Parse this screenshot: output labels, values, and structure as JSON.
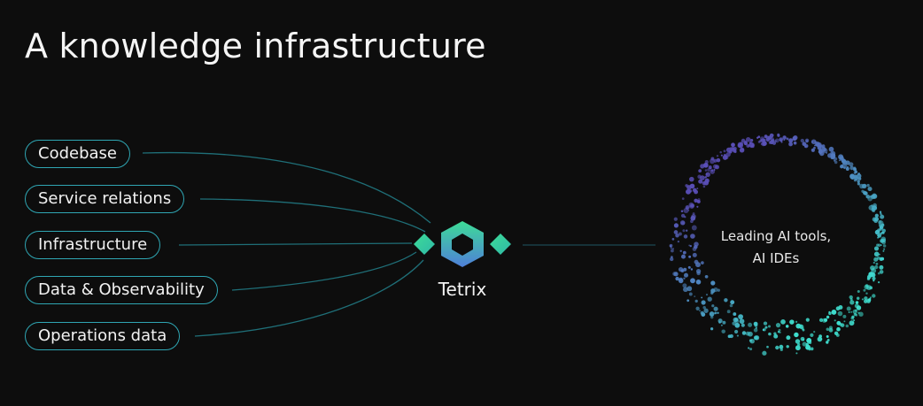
{
  "title": "A knowledge infrastructure",
  "sources": [
    {
      "label": "Codebase"
    },
    {
      "label": "Service relations"
    },
    {
      "label": "Infrastructure"
    },
    {
      "label": "Data & Observability"
    },
    {
      "label": "Operations data"
    }
  ],
  "hub": {
    "label": "Tetrix",
    "icon": "tetrix-logo-icon"
  },
  "target": {
    "line1": "Leading AI tools,",
    "line2": "AI IDEs"
  },
  "colors": {
    "background": "#0d0d0d",
    "pill_border": "#2fa6b3",
    "connector": "#1f6f78",
    "hub_green": "#3ddc97",
    "hub_blue": "#4f7fd9",
    "cloud_purple": "#5a4fb8",
    "cloud_cyan": "#3fe0d0"
  }
}
